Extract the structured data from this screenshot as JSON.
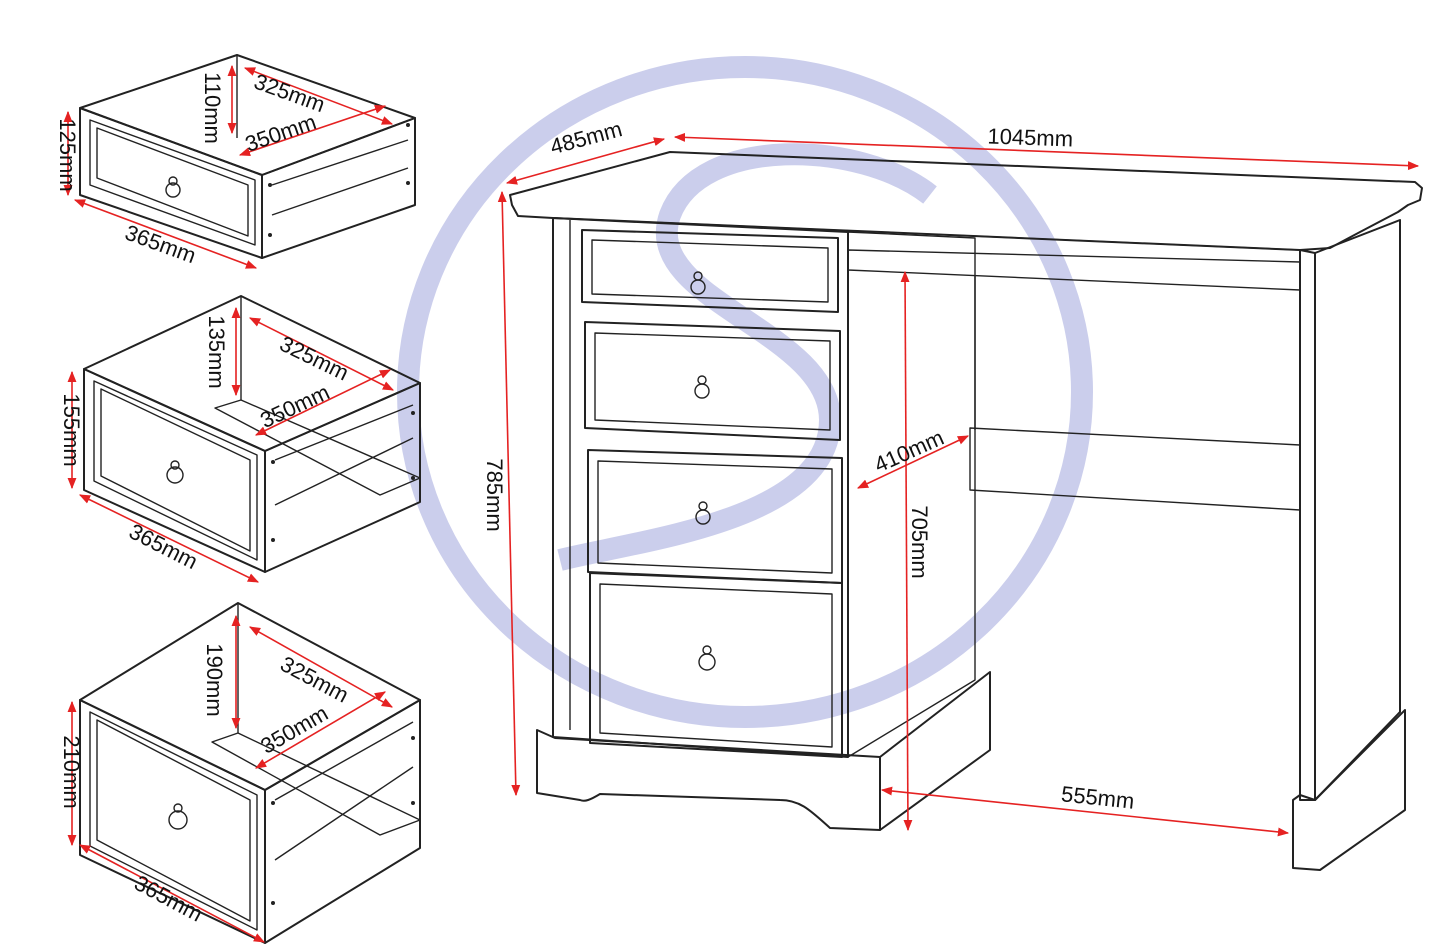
{
  "colors": {
    "dimension_line": "#e52222",
    "outline": "#222222",
    "watermark": "#b9bde6"
  },
  "drawers": [
    {
      "height": "125mm",
      "inner_height": "110mm",
      "inner_depth": "325mm",
      "inner_width": "350mm",
      "width": "365mm"
    },
    {
      "height": "155mm",
      "inner_height": "135mm",
      "inner_depth": "325mm",
      "inner_width": "350mm",
      "width": "365mm"
    },
    {
      "height": "210mm",
      "inner_height": "190mm",
      "inner_depth": "325mm",
      "inner_width": "350mm",
      "width": "365mm"
    }
  ],
  "desk": {
    "depth": "485mm",
    "width": "1045mm",
    "height": "785mm",
    "knee_depth": "410mm",
    "knee_height": "705mm",
    "knee_width": "555mm"
  }
}
